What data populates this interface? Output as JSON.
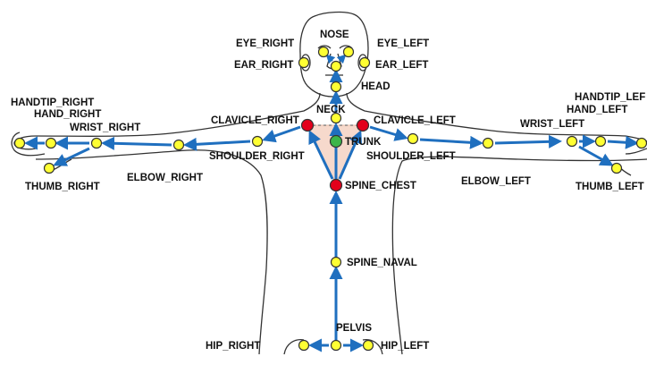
{
  "colors": {
    "background": "#ffffff",
    "outline": "#333333",
    "arrow": "#1f6fbf",
    "joint_yellow": "#ffff33",
    "joint_red": "#e3001b",
    "joint_green": "#3cb54a",
    "trunk_fill": "#f6d9cc"
  },
  "labels": {
    "nose": "NOSE",
    "eye_right": "EYE_RIGHT",
    "eye_left": "EYE_LEFT",
    "ear_right": "EAR_RIGHT",
    "ear_left": "EAR_LEFT",
    "head": "HEAD",
    "neck": "NECK",
    "clavicle_right": "CLAVICLE_RIGHT",
    "clavicle_left": "CLAVICLE_LEFT",
    "trunk": "TRUNK",
    "shoulder_right": "SHOULDER_RIGHT",
    "shoulder_left": "SHOULDER_LEFT",
    "elbow_right": "ELBOW_RIGHT",
    "elbow_left": "ELBOW_LEFT",
    "wrist_right": "WRIST_RIGHT",
    "wrist_left": "WRIST_LEFT",
    "hand_right": "HAND_RIGHT",
    "hand_left": "HAND_LEFT",
    "handtip_right": "HANDTIP_RIGHT",
    "handtip_left": "HANDTIP_LEF",
    "thumb_right": "THUMB_RIGHT",
    "thumb_left": "THUMB_LEFT",
    "spine_chest": "SPINE_CHEST",
    "spine_naval": "SPINE_NAVAL",
    "pelvis": "PELVIS",
    "hip_right": "HIP_RIGHT",
    "hip_left": "HIP_LEFT"
  }
}
